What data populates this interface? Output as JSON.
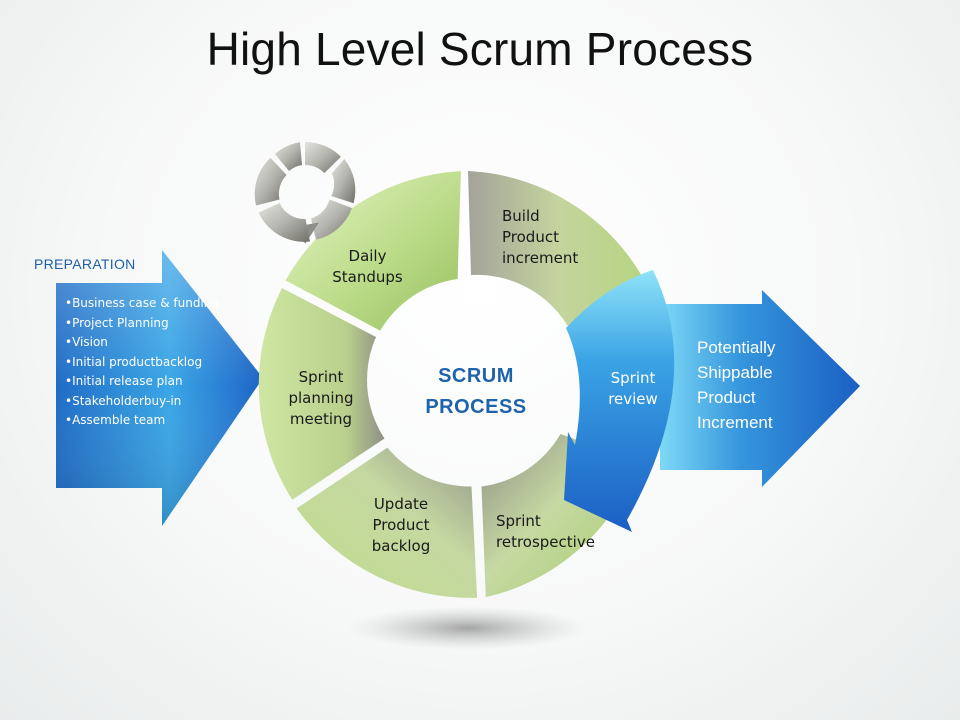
{
  "title": "High Level Scrum Process",
  "preparation": {
    "title": "PREPARATION",
    "items": [
      "Business case & funding",
      "Project Planning",
      "Vision",
      "Initial productbacklog",
      "Initial release plan",
      "Stakeholderbuy-in",
      "Assemble team"
    ]
  },
  "center": {
    "label": "SCRUM\nPROCESS"
  },
  "segments": {
    "daily_standups": "Daily\nStandups",
    "build_product_increment": "Build\nProduct\nincrement",
    "sprint_review": "Sprint\nreview",
    "sprint_retrospective": "Sprint\nretrospective",
    "update_product_backlog": "Update\nProduct\nbacklog",
    "sprint_planning_meeting": "Sprint\nplanning\nmeeting"
  },
  "output": {
    "label": "Potentially\nShippable\nProduct\nIncrement"
  },
  "colors": {
    "segment_green_light": "#dcefb4",
    "segment_green_dark": "#9bc25f",
    "segment_grey": "#8e8f86",
    "arrow_blue_light": "#7fd6f5",
    "arrow_blue_dark": "#1d63c6",
    "accent_text": "#1f63ad"
  }
}
